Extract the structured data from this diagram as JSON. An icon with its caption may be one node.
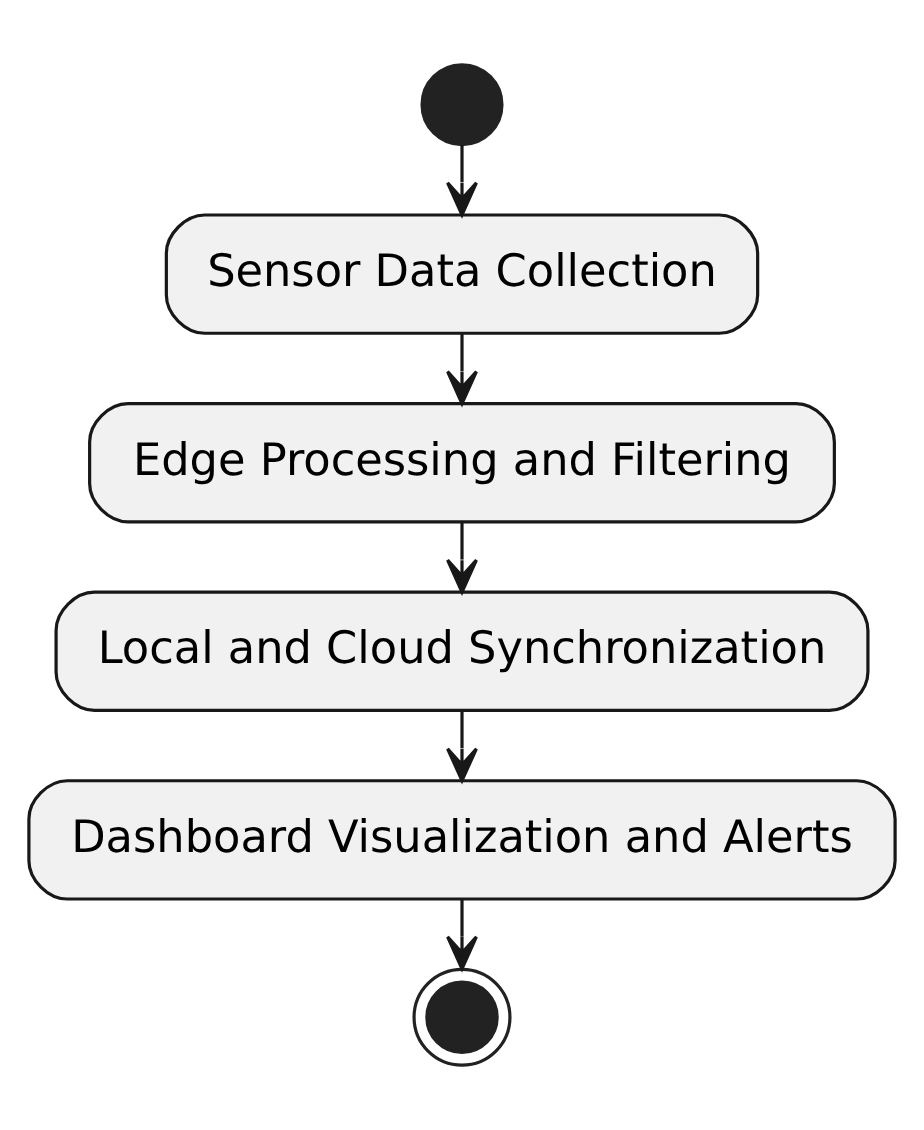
{
  "diagram": {
    "nodes": [
      {
        "text": [],
        "shape": "circle"
      },
      {
        "text": [
          "Sensor Data Collection"
        ]
      },
      {
        "text": [
          "Edge Processing and Filtering"
        ]
      },
      {
        "text": [
          "Local and Cloud Synchronization"
        ]
      },
      {
        "text": [
          "Dashboard Visualization and Alerts"
        ]
      },
      {
        "text": [],
        "shape": "circle"
      }
    ],
    "edges": [
      {
        "from": 0,
        "to": 1,
        "arrow": "to"
      },
      {
        "from": 1,
        "to": 2,
        "arrow": "to"
      },
      {
        "from": 2,
        "to": 3,
        "arrow": "to"
      },
      {
        "from": 3,
        "to": 4,
        "arrow": "to"
      },
      {
        "from": 4,
        "to": 5,
        "arrow": "to"
      }
    ]
  }
}
